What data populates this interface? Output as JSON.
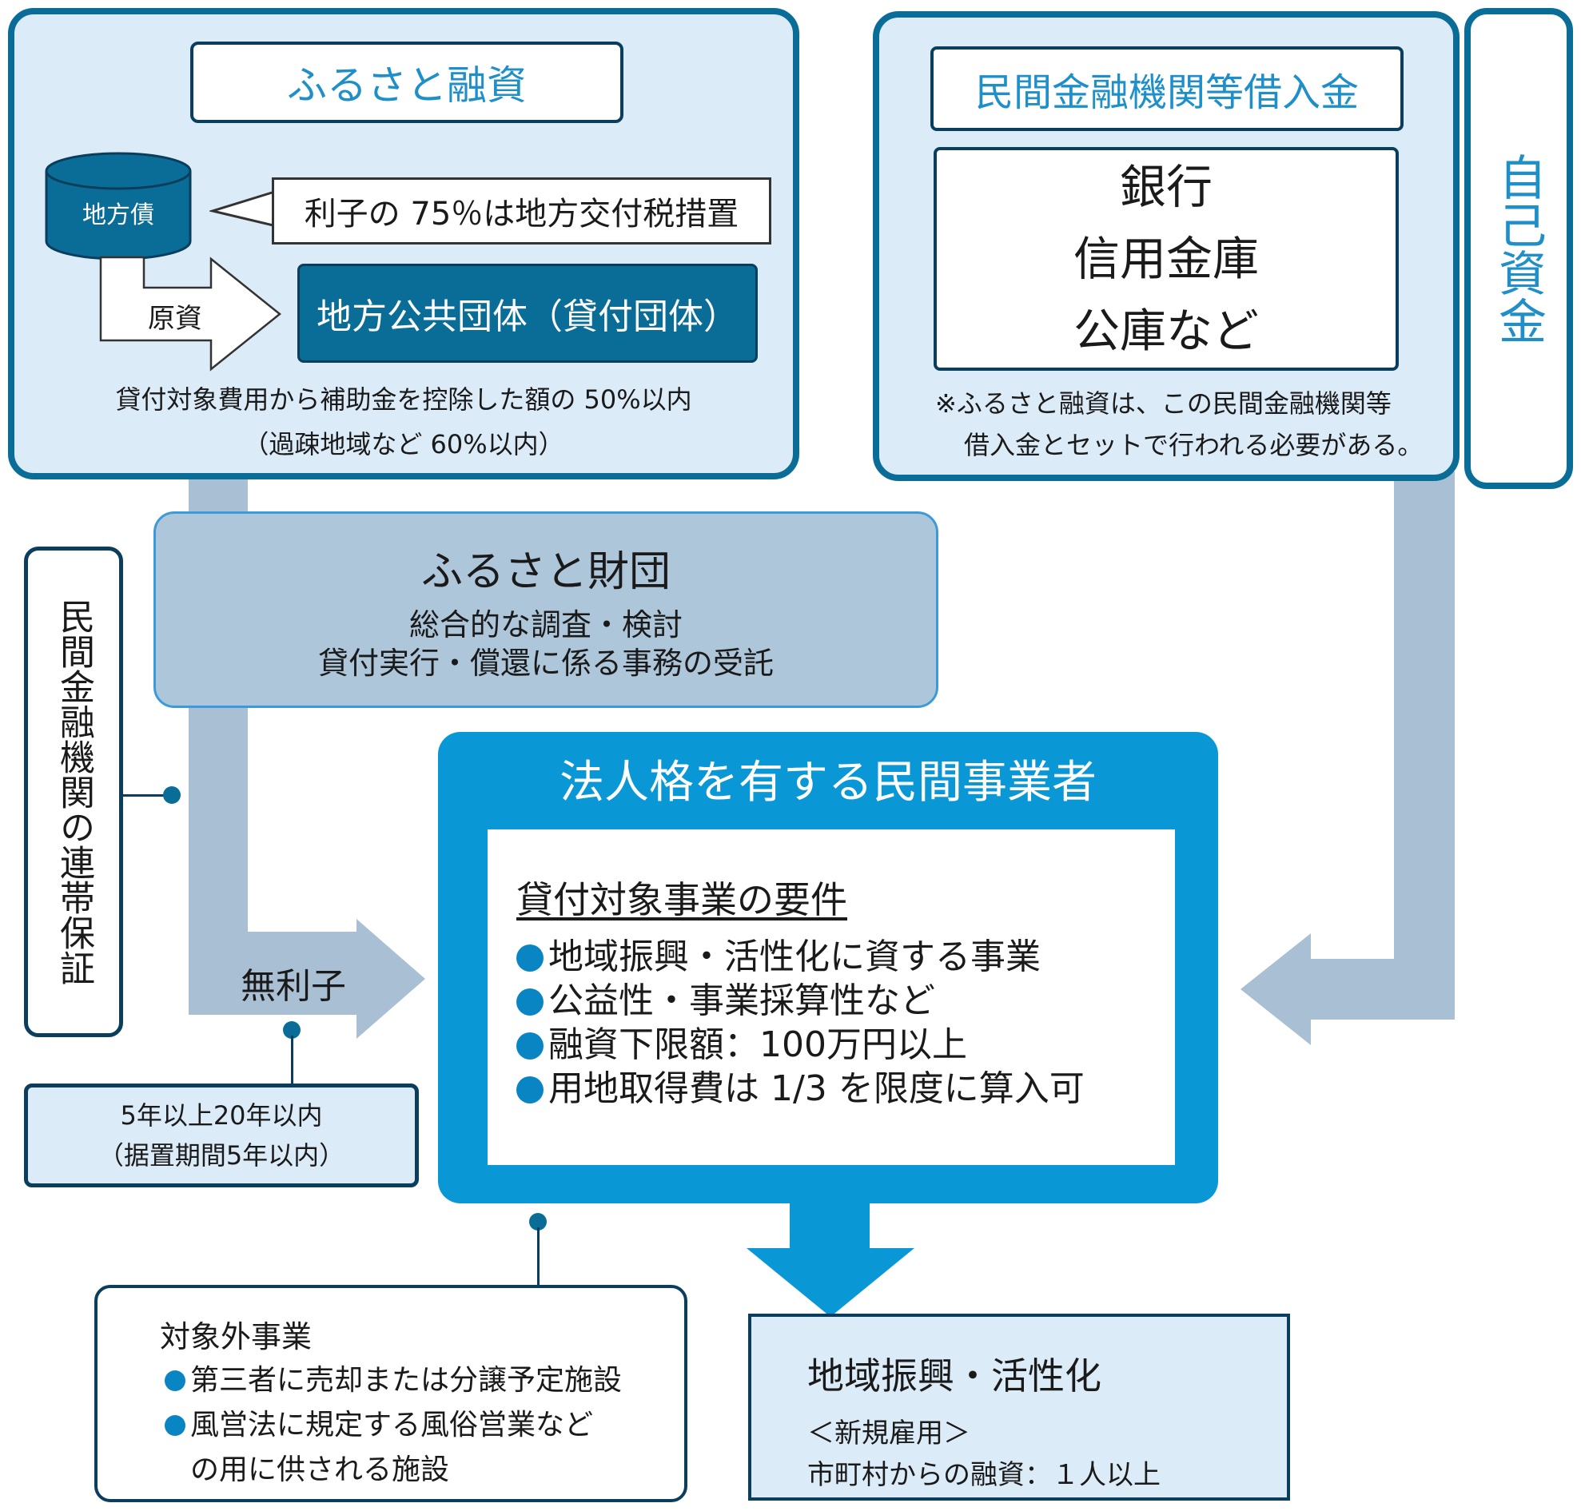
{
  "furusato_loan": {
    "title": "ふるさと融資",
    "bond_label": "地方債",
    "interest_note": "利子の 75％は地方交付税措置",
    "source_label": "原資",
    "lender": "地方公共団体（貸付団体）",
    "limit_line1": "貸付対象費用から補助金を控除した額の 50%以内",
    "limit_line2": "（過疎地域など 60%以内）"
  },
  "private_borrowing": {
    "title": "民間金融機関等借入金",
    "institutions": [
      "銀行",
      "信用金庫",
      "公庫など"
    ],
    "note_line1": "※ふるさと融資は、この民間金融機関等",
    "note_line2": "借入金とセットで行われる必要がある。"
  },
  "own_funds": {
    "label": "自己資金"
  },
  "foundation": {
    "title": "ふるさと財団",
    "line1": "総合的な調査・検討",
    "line2": "貸付実行・償還に係る事務の受託"
  },
  "guarantee": {
    "label": "民間金融機関の連帯保証"
  },
  "interest_free": {
    "label": "無利子"
  },
  "term": {
    "line1": "5年以上20年以内",
    "line2": "（据置期間5年以内）"
  },
  "business_operator": {
    "title": "法人格を有する民間事業者",
    "requirements_heading": "貸付対象事業の要件",
    "requirements": [
      "地域振興・活性化に資する事業",
      "公益性・事業採算性など",
      "融資下限額：100万円以上",
      "用地取得費は 1/3 を限度に算入可"
    ]
  },
  "excluded": {
    "heading": "対象外事業",
    "items": [
      "第三者に売却または分譲予定施設",
      "風営法に規定する風俗営業など"
    ],
    "item2_cont": "の用に供される施設"
  },
  "outcome": {
    "title": "地域振興・活性化",
    "subtitle": "＜新規雇用＞",
    "detail": "市町村からの融資：１人以上"
  },
  "colors": {
    "dark_blue": "#0a6d98",
    "bright_blue": "#0a97d6",
    "light_blue": "#dcebf8",
    "flow_gray_blue": "#a9c0d4"
  }
}
